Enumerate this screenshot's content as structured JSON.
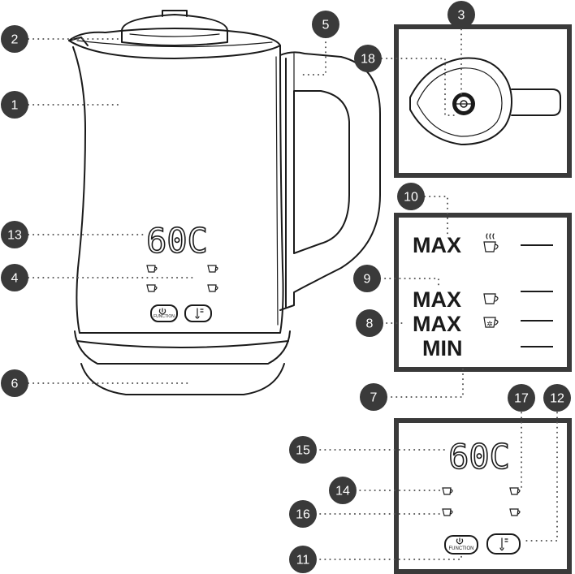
{
  "display": {
    "temperature_text": "60C"
  },
  "buttons": {
    "function_label": "FUNCTION"
  },
  "levels": {
    "max_hot": "MAX",
    "max_warm": "MAX",
    "max_cold": "MAX",
    "min": "MIN"
  },
  "callouts": [
    "1",
    "2",
    "3",
    "4",
    "5",
    "6",
    "7",
    "8",
    "9",
    "10",
    "11",
    "12",
    "13",
    "14",
    "15",
    "16",
    "17",
    "18"
  ]
}
